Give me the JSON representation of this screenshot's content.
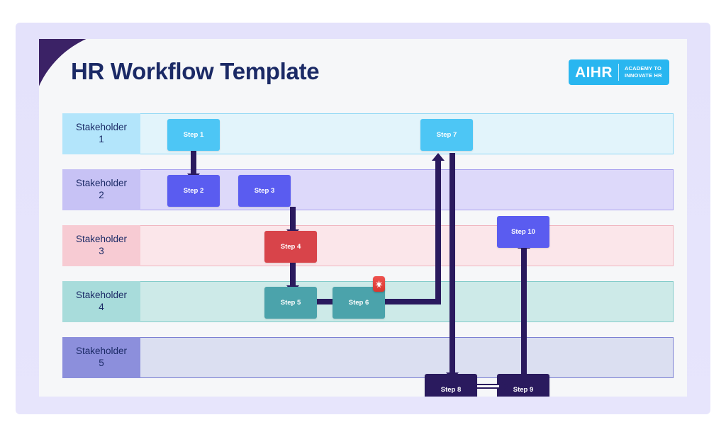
{
  "slide": {
    "title": "HR Workflow Template",
    "logo": {
      "main": "AIHR",
      "sub_line1": "ACADEMY TO",
      "sub_line2": "INNOVATE HR",
      "color": "#29b6f0"
    },
    "corner_accent_color": "#3b2266",
    "background": "#f6f7f9"
  },
  "lanes": [
    {
      "label_line1": "Stakeholder",
      "label_line2": "1",
      "header_color": "#b3e5fb",
      "body_color": "#e2f4fb",
      "border_color": "#8fd8f5"
    },
    {
      "label_line1": "Stakeholder",
      "label_line2": "2",
      "header_color": "#c7c2f5",
      "body_color": "#ddd9fa",
      "border_color": "#a9a2ef"
    },
    {
      "label_line1": "Stakeholder",
      "label_line2": "3",
      "header_color": "#f7cbd3",
      "body_color": "#fbe6ea",
      "border_color": "#f0b6c0"
    },
    {
      "label_line1": "Stakeholder",
      "label_line2": "4",
      "header_color": "#a8dcdb",
      "body_color": "#cdeae8",
      "border_color": "#84ccca"
    },
    {
      "label_line1": "Stakeholder",
      "label_line2": "5",
      "header_color": "#8c8fdc",
      "body_color": "#dbdff1",
      "border_color": "#7b7fd3"
    }
  ],
  "steps": [
    {
      "label": "Step 1",
      "lane": 1,
      "color": "#4dc6f5"
    },
    {
      "label": "Step 2",
      "lane": 2,
      "color": "#5a5cf0"
    },
    {
      "label": "Step 3",
      "lane": 2,
      "color": "#5a5cf0"
    },
    {
      "label": "Step 4",
      "lane": 3,
      "color": "#d8444a"
    },
    {
      "label": "Step 5",
      "lane": 4,
      "color": "#4ba3ab"
    },
    {
      "label": "Step 6",
      "lane": 4,
      "color": "#4ba3ab"
    },
    {
      "label": "Step 7",
      "lane": 1,
      "color": "#4dc6f5"
    },
    {
      "label": "Step 8",
      "lane": 5,
      "color": "#2a1a5e"
    },
    {
      "label": "Step 9",
      "lane": 5,
      "color": "#2a1a5e"
    },
    {
      "label": "Step 10",
      "lane": 2,
      "color": "#5a5cf0"
    }
  ],
  "annotations": [
    {
      "icon": "alert-siren-icon",
      "attached_to": "Step 6",
      "color": "#d9372f"
    }
  ],
  "connector_color": "#2a1a5e"
}
